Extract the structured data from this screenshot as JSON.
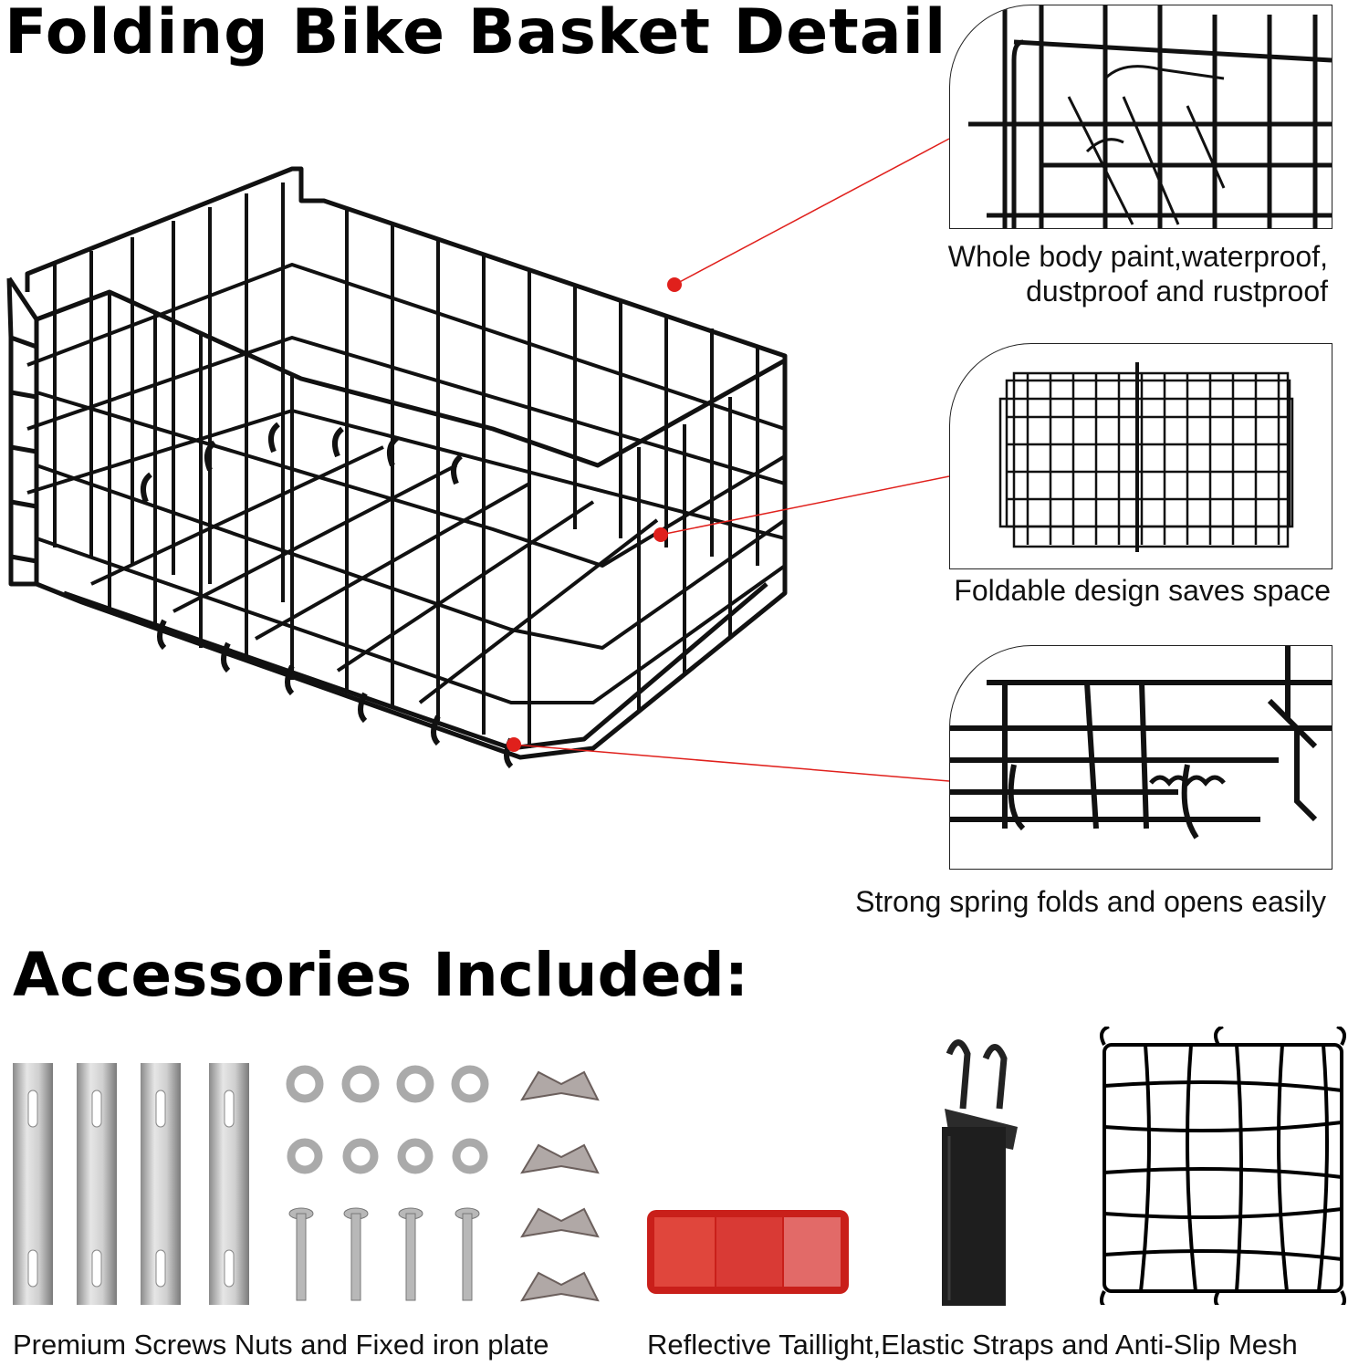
{
  "title": "Folding Bike Basket Detail",
  "features": [
    {
      "caption_line1": "Whole body paint,waterproof,",
      "caption_line2": "dustproof and rustproof",
      "icon": "basket-corner-closeup"
    },
    {
      "caption_line1": "Foldable design saves space",
      "caption_line2": "",
      "icon": "folded-basket"
    },
    {
      "caption_line1": "Strong spring folds and opens easily",
      "caption_line2": "",
      "icon": "spring-hinge-closeup"
    }
  ],
  "accessories_title": "Accessories Included:",
  "accessory_groups": [
    {
      "label": "Premium Screws Nuts and Fixed iron plate"
    },
    {
      "label": "Reflective Taillight,Elastic Straps and Anti-Slip Mesh"
    }
  ],
  "colors": {
    "pointer": "#e0201c",
    "wire": "#111111",
    "reflector": "#d8342c",
    "steel": "#c9c9c9"
  }
}
